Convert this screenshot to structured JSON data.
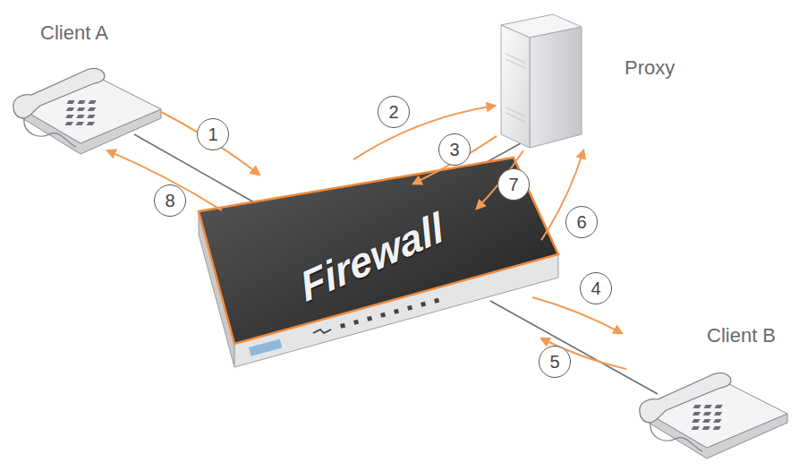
{
  "diagram": {
    "nodes": [
      {
        "text": [
          "Client A"
        ]
      },
      {
        "text": [
          "Proxy"
        ]
      },
      {
        "text": [
          "Firewall"
        ]
      },
      {
        "text": [
          "Client B"
        ]
      }
    ],
    "edges": [
      {
        "from": 0,
        "to": 2,
        "label": "1",
        "arrow": "to"
      },
      {
        "from": 2,
        "to": 1,
        "label": "2",
        "arrow": "to"
      },
      {
        "from": 1,
        "to": 2,
        "label": "3",
        "arrow": "to"
      },
      {
        "from": 2,
        "to": 3,
        "label": "4",
        "arrow": "to"
      },
      {
        "from": 3,
        "to": 2,
        "label": "5",
        "arrow": "to"
      },
      {
        "from": 2,
        "to": 1,
        "label": "6",
        "arrow": "to"
      },
      {
        "from": 1,
        "to": 2,
        "label": "7",
        "arrow": "to"
      },
      {
        "from": 2,
        "to": 0,
        "label": "8",
        "arrow": "to"
      }
    ]
  }
}
